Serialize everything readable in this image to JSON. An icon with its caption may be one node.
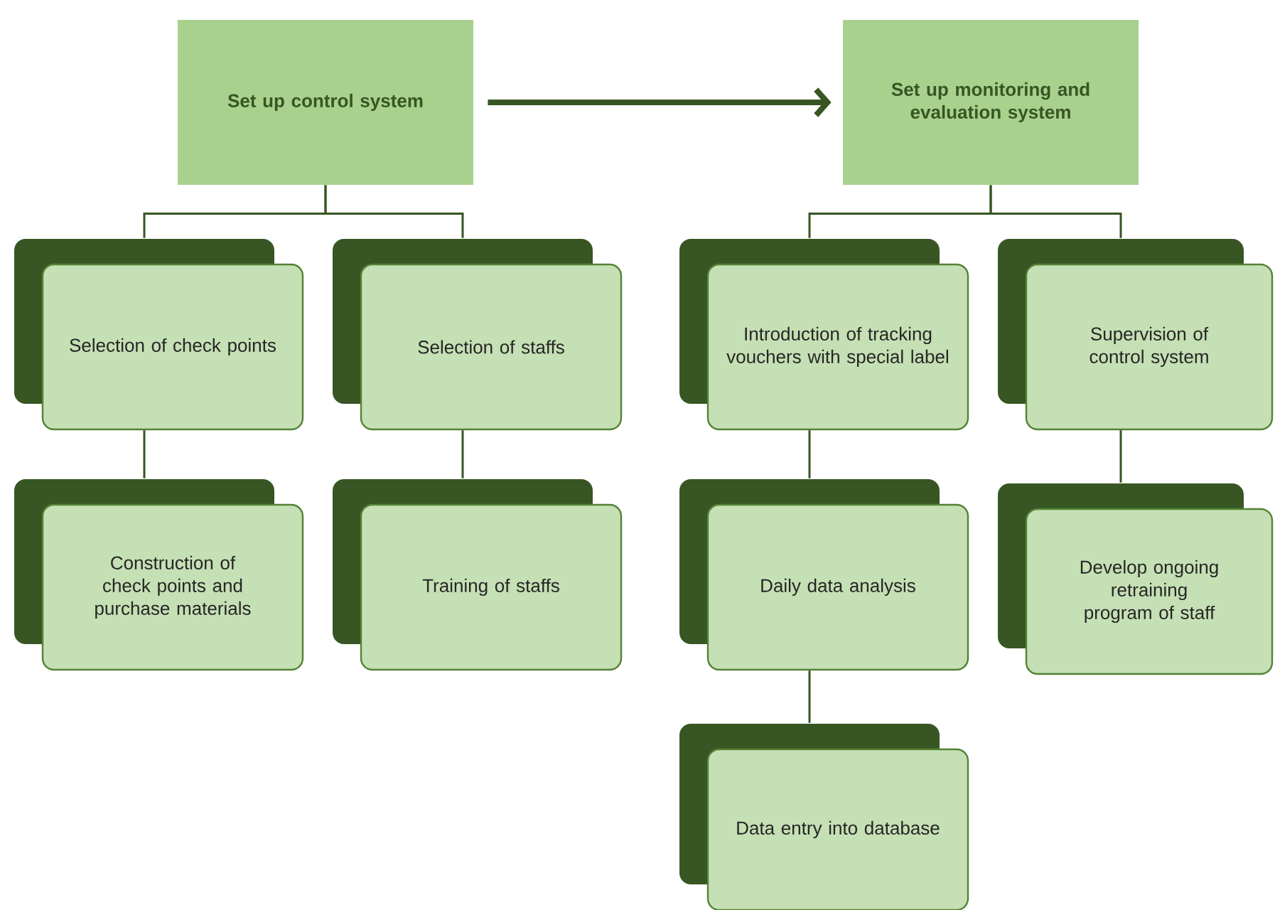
{
  "diagram": {
    "nodes": [
      {
        "text": [
          "Set up control system"
        ]
      },
      {
        "text": [
          "Set up monitoring and evaluation system"
        ]
      },
      {
        "text": [
          "Selection of check points"
        ]
      },
      {
        "text": [
          "Selection of staffs"
        ]
      },
      {
        "text": [
          "Construction of check points and purchase materials"
        ]
      },
      {
        "text": [
          "Training of staffs"
        ]
      },
      {
        "text": [
          "Introduction of tracking vouchers with special label"
        ]
      },
      {
        "text": [
          "Supervision of control system"
        ]
      },
      {
        "text": [
          "Daily data analysis"
        ]
      },
      {
        "text": [
          "Develop ongoing retraining program of staff"
        ]
      },
      {
        "text": [
          "Data entry into database"
        ]
      }
    ],
    "edges": [
      {
        "from": 0,
        "to": 1,
        "arrow": "to",
        "style": "thick"
      },
      {
        "from": 0,
        "to": 2,
        "arrow": "none"
      },
      {
        "from": 0,
        "to": 3,
        "arrow": "none"
      },
      {
        "from": 2,
        "to": 4,
        "arrow": "none"
      },
      {
        "from": 3,
        "to": 5,
        "arrow": "none"
      },
      {
        "from": 1,
        "to": 6,
        "arrow": "none"
      },
      {
        "from": 1,
        "to": 7,
        "arrow": "none"
      },
      {
        "from": 6,
        "to": 8,
        "arrow": "none"
      },
      {
        "from": 8,
        "to": 10,
        "arrow": "none"
      },
      {
        "from": 7,
        "to": 9,
        "arrow": "none"
      }
    ]
  }
}
